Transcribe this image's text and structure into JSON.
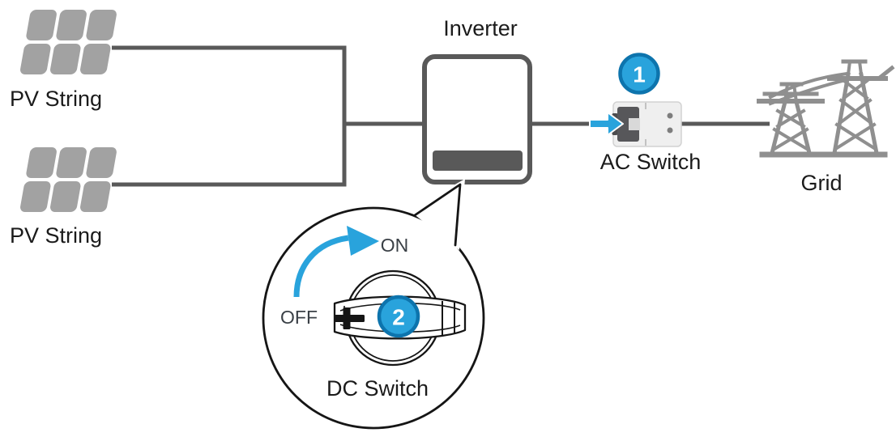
{
  "colors": {
    "accent_blue": "#29a3dc",
    "accent_blue_dark": "#0d74ad",
    "wire_gray": "#595959",
    "panel_gray": "#a2a2a2",
    "tower_gray": "#8f8f8f",
    "device_body_gray": "#efefef",
    "device_toggle_gray": "#57575a",
    "ink": "#151515"
  },
  "nodes": {
    "pv_string_top": {
      "label": "PV String"
    },
    "pv_string_bottom": {
      "label": "PV String"
    },
    "inverter": {
      "label": "Inverter"
    },
    "ac_switch": {
      "label": "AC Switch",
      "step_badge": "1"
    },
    "grid": {
      "label": "Grid"
    },
    "dc_switch": {
      "label": "DC Switch",
      "step_badge": "2",
      "on_label": "ON",
      "off_label": "OFF"
    }
  }
}
